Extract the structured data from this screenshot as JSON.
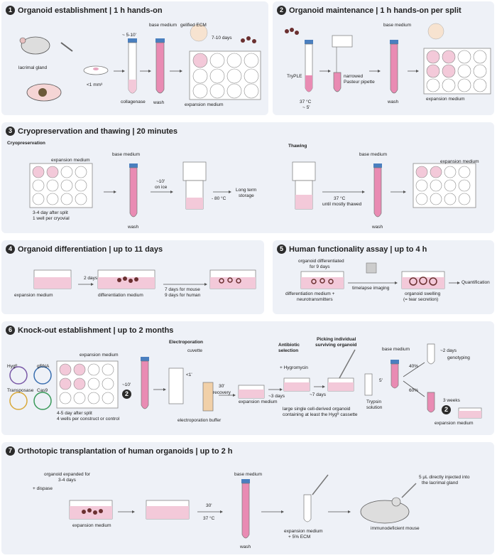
{
  "panels": {
    "p1": {
      "num": "1",
      "title": "Organoid establishment | 1 h hands-on",
      "lacrimal": "lacrimal gland",
      "size": "<1 mm³",
      "time1": "~ 5-10'",
      "collagenase": "collagenase",
      "base": "base medium",
      "wash": "wash",
      "gelified": "gelified ECM",
      "days": "7-10 days",
      "expansion": "expansion medium"
    },
    "p2": {
      "num": "2",
      "title": "Organoid maintenance | 1 h hands-on per split",
      "trypLE": "TryPLE",
      "temp": "37 °C",
      "time": "~ 5'",
      "pipette1": "narrowed",
      "pipette2": "Pasteur pipette",
      "base": "base medium",
      "wash": "wash",
      "expansion": "expansion medium"
    },
    "p3": {
      "num": "3",
      "title": "Cryopreservation and thawing | 20 minutes",
      "cryo": "Cryopreservation",
      "expansion": "expansion medium",
      "after1": "3-4 day after split",
      "after2": "1 well per cryovial",
      "base": "base medium",
      "wash": "wash",
      "ice1": "~10'",
      "ice2": "on ice",
      "minus80": "- 80 °C",
      "storage1": "Long term",
      "storage2": "storage",
      "thawing": "Thawing",
      "temp": "37 °C",
      "thawed": "until mostly thawed",
      "base2": "base medium",
      "wash2": "wash",
      "expansion2": "expansion medium"
    },
    "p4": {
      "num": "4",
      "title": "Organoid differentiation | up to 11 days",
      "expansion": "expansion medium",
      "days2": "2 days",
      "diff": "differentiation medium",
      "mouse": "7 days for mouse",
      "human": "9 days for human"
    },
    "p5": {
      "num": "5",
      "title": "Human functionality assay | up to 4 h",
      "diffd1": "organoid differentiated",
      "diffd2": "for 9 days",
      "medium1": "differentiation medium +",
      "medium2": "neurotransmitters",
      "imaging": "timelapse imaging",
      "swell1": "organoid swelling",
      "swell2": "(= tear secretion)",
      "quant": "Quantification"
    },
    "p6": {
      "num": "6",
      "title": "Knock-out establishment | up to 2 months",
      "hyg": "Hygᴿ",
      "grna": "gRNA",
      "transposase": "Transposase",
      "cas9": "Cas9",
      "expansion": "expansion medium",
      "after1": "4-5 day after split",
      "after2": "4 wells per construct or control",
      "t10": "~10'",
      "step2": "2",
      "electro": "Electroporation",
      "cuvette": "cuvette",
      "t1": "<1'",
      "ebuffer": "electroporation buffer",
      "t30": "30'",
      "recovery": "recovery",
      "expansion2": "expansion medium",
      "antibiotic1": "Antibiotic",
      "antibiotic2": "selection",
      "hygro": "+ Hygromycin",
      "d3": "~3 days",
      "picking1": "Picking individual",
      "picking2": "surviving organoid",
      "d7": "~7 days",
      "large1": "large single cell-derived  organoid",
      "large2": "containing at least the Hygᴿ cassette",
      "trypsin1": "Trypsin",
      "trypsin2": "solution",
      "t5": "5'",
      "base": "base medium",
      "p40": "40%",
      "p60": "60%",
      "d2": "~2 days",
      "geno": "genotyping",
      "w3": "3 weeks",
      "step2b": "2",
      "expansion3": "expansion medium"
    },
    "p7": {
      "num": "7",
      "title": "Orthotopic transplantation of human organoids | up to 2 h",
      "expanded1": "organoid expanded for",
      "expanded2": "3-4 days",
      "dispase": "+ dispase",
      "expansion": "expansion medium",
      "t30": "30'",
      "temp": "37 °C",
      "base": "base medium",
      "wash": "wash",
      "exp2a": "expansion medium",
      "exp2b": "+ 5% ECM",
      "inject1": "5 μL directly injected into",
      "inject2": "the lacrimal gland",
      "mouse": "immunodeficient mouse"
    }
  }
}
